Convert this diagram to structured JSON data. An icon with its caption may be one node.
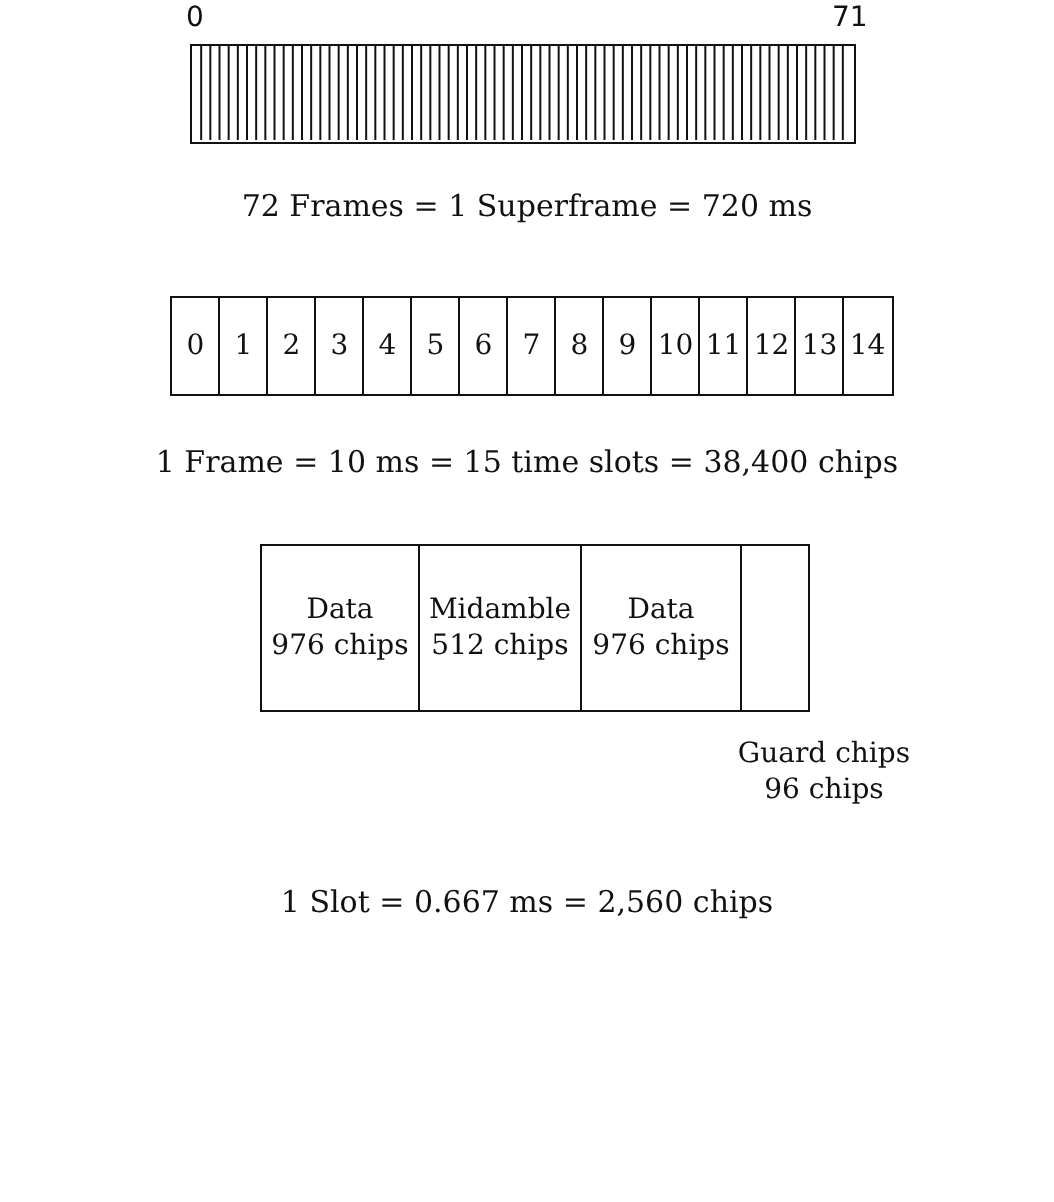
{
  "diagram": {
    "nodes": [
      {
        "text": [],
        "shape": "bar",
        "beside": [
          "0",
          "71"
        ]
      },
      {
        "text": [
          "0"
        ]
      },
      {
        "text": [
          "1"
        ]
      },
      {
        "text": [
          "2"
        ]
      },
      {
        "text": [
          "3"
        ]
      },
      {
        "text": [
          "4"
        ]
      },
      {
        "text": [
          "5"
        ]
      },
      {
        "text": [
          "6"
        ]
      },
      {
        "text": [
          "7"
        ]
      },
      {
        "text": [
          "8"
        ]
      },
      {
        "text": [
          "9"
        ]
      },
      {
        "text": [
          "10"
        ]
      },
      {
        "text": [
          "11"
        ]
      },
      {
        "text": [
          "12"
        ]
      },
      {
        "text": [
          "13"
        ]
      },
      {
        "text": [
          "14"
        ]
      },
      {
        "text": [
          "Data",
          "976 chips"
        ]
      },
      {
        "text": [
          "Midamble",
          "512 chips"
        ]
      },
      {
        "text": [
          "Data",
          "976 chips"
        ]
      },
      {
        "text": [],
        "shape": "box",
        "beside": [
          "Guard chips 96 chips"
        ]
      }
    ],
    "edges": [],
    "labels": [
      "72 Frames = 1 Superframe = 720 ms",
      "1 Frame = 10 ms = 15 time slots = 38,400 chips",
      "1 Slot = 0.667 ms = 2,560 chips"
    ]
  }
}
